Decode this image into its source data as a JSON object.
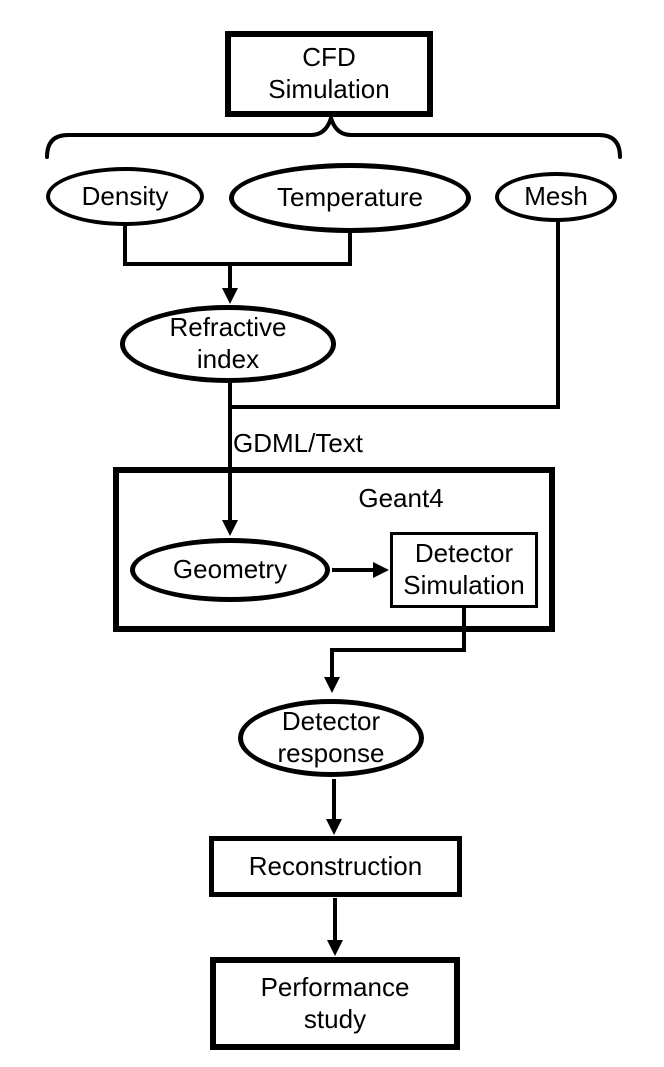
{
  "diagram": {
    "description": "Flowchart from CFD simulation through Geant4 detector simulation to performance study",
    "colors": {
      "stroke": "#000000",
      "background": "#ffffff"
    },
    "nodes": {
      "cfd": {
        "label": "CFD\nSimulation",
        "shape": "rectangle"
      },
      "density": {
        "label": "Density",
        "shape": "ellipse"
      },
      "temperature": {
        "label": "Temperature",
        "shape": "ellipse"
      },
      "mesh": {
        "label": "Mesh",
        "shape": "ellipse"
      },
      "refractive": {
        "label": "Refractive\nindex",
        "shape": "ellipse"
      },
      "geant4": {
        "label": "Geant4",
        "shape": "container-rectangle"
      },
      "geometry": {
        "label": "Geometry",
        "shape": "ellipse"
      },
      "detector_simulation": {
        "label": "Detector\nSimulation",
        "shape": "rectangle"
      },
      "detector_response": {
        "label": "Detector\nresponse",
        "shape": "ellipse"
      },
      "reconstruction": {
        "label": "Reconstruction",
        "shape": "rectangle"
      },
      "performance": {
        "label": "Performance\nstudy",
        "shape": "rectangle"
      }
    },
    "edge_labels": {
      "gdml": "GDML/Text"
    },
    "edges": [
      "CFD Simulation -> {Density, Temperature, Mesh} (brace)",
      "Density + Temperature -> Refractive index",
      "Refractive index -> Geometry (GDML/Text)",
      "Mesh -> Refractive index output line (GDML/Text)",
      "Geometry -> Detector Simulation",
      "Detector Simulation -> Detector response",
      "Detector response -> Reconstruction",
      "Reconstruction -> Performance study"
    ]
  }
}
